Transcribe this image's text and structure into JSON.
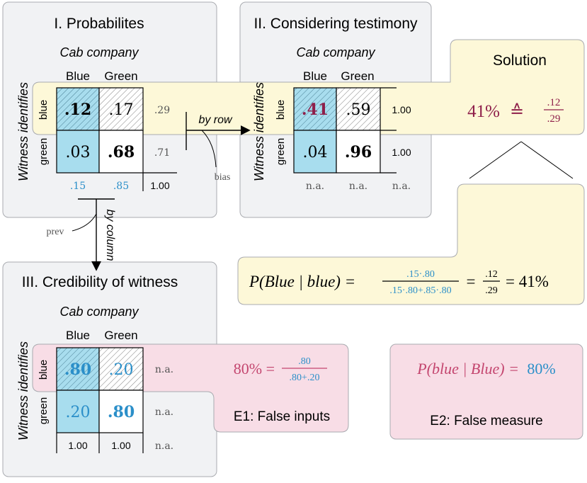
{
  "colors": {
    "panel_gray": "#f1f2f4",
    "panel_yellow": "#fdf8d8",
    "panel_pink": "#f8dde6",
    "cell_blue": "#a8ddee",
    "accent_blue": "#2b8fc9",
    "accent_maroon": "#8e1f4a",
    "accent_pink": "#c4466f",
    "text_gray": "#555555"
  },
  "panel1": {
    "title": "I. Probabilites",
    "company": "Cab company",
    "col_blue": "Blue",
    "col_green": "Green",
    "side": "Witness identifies",
    "row_blue": "blue",
    "row_green": "green",
    "c11": ".12",
    "c12": ".17",
    "c21": ".03",
    "c22": ".68",
    "r1": ".29",
    "r2": ".71",
    "b1": ".15",
    "b2": ".85",
    "b3": "1.00"
  },
  "panel2": {
    "title": "II. Considering testimony",
    "company": "Cab company",
    "col_blue": "Blue",
    "col_green": "Green",
    "side": "Witness identifies",
    "row_blue": "blue",
    "row_green": "green",
    "c11": ".41",
    "c12": ".59",
    "c21": ".04",
    "c22": ".96",
    "r1": "1.00",
    "r2": "1.00",
    "b1": "n.a.",
    "b2": "n.a.",
    "b3": "n.a."
  },
  "panel3": {
    "title": "III. Credibility of witness",
    "company": "Cab company",
    "col_blue": "Blue",
    "col_green": "Green",
    "side": "Witness identifies",
    "row_blue": "blue",
    "row_green": "green",
    "c11": ".80",
    "c12": ".20",
    "c21": ".20",
    "c22": ".80",
    "r1": "n.a.",
    "r2": "n.a.",
    "b1": "1.00",
    "b2": "1.00",
    "b3": "n.a."
  },
  "arrows": {
    "by_row": "by row",
    "by_column": "by column",
    "bias": "bias",
    "prev": "prev"
  },
  "solution": {
    "title": "Solution",
    "lhs": "41%",
    "eq": "≙",
    "num": ".12",
    "den": ".29",
    "formula_lhs": "P(Blue | blue) =",
    "formula_num": ".15·.80",
    "formula_den": ".15·.80+.85·.80",
    "formula_eq1": "=",
    "formula_num2": ".12",
    "formula_den2": ".29",
    "formula_end": "= 41%"
  },
  "e1": {
    "lhs": "80% =",
    "num": ".80",
    "den": ".80+.20",
    "label": "E1: False inputs"
  },
  "e2": {
    "formula_a": "P(blue | Blue) =",
    "formula_b": "80%",
    "label": "E2: False measure"
  }
}
